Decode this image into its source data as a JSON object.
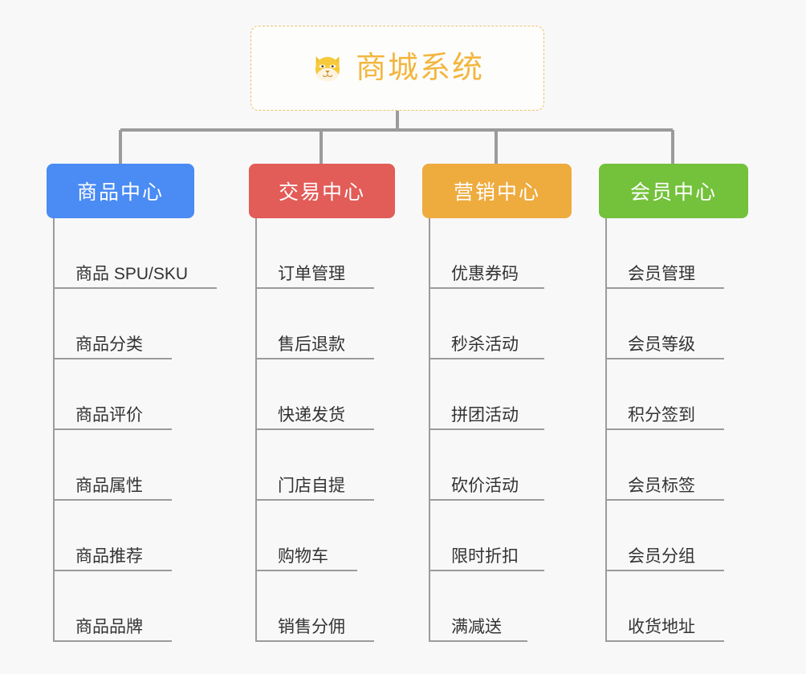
{
  "diagram": {
    "title": "商城系统",
    "root_icon": "dog-face-emoji",
    "background_color": "#f8f8f8",
    "connector_color": "#9b9b9b",
    "root_border_color": "#f0c06a",
    "root_text_color": "#f3b63f",
    "type": "tree-mindmap"
  },
  "categories": [
    {
      "label": "商品中心",
      "color": "#4a8bf4",
      "items": [
        {
          "label": "商品 SPU/SKU",
          "underline_width": 204
        },
        {
          "label": "商品分类",
          "underline_width": 148
        },
        {
          "label": "商品评价",
          "underline_width": 148
        },
        {
          "label": "商品属性",
          "underline_width": 148
        },
        {
          "label": "商品推荐",
          "underline_width": 148
        },
        {
          "label": "商品品牌",
          "underline_width": 148
        }
      ]
    },
    {
      "label": "交易中心",
      "color": "#e25c58",
      "items": [
        {
          "label": "订单管理",
          "underline_width": 148
        },
        {
          "label": "售后退款",
          "underline_width": 148
        },
        {
          "label": "快递发货",
          "underline_width": 148
        },
        {
          "label": "门店自提",
          "underline_width": 148
        },
        {
          "label": "购物车",
          "underline_width": 127
        },
        {
          "label": "销售分佣",
          "underline_width": 148
        }
      ]
    },
    {
      "label": "营销中心",
      "color": "#eeab3e",
      "items": [
        {
          "label": "优惠券码",
          "underline_width": 144
        },
        {
          "label": "秒杀活动",
          "underline_width": 144
        },
        {
          "label": "拼团活动",
          "underline_width": 144
        },
        {
          "label": "砍价活动",
          "underline_width": 144
        },
        {
          "label": "限时折扣",
          "underline_width": 144
        },
        {
          "label": "满减送",
          "underline_width": 123
        }
      ]
    },
    {
      "label": "会员中心",
      "color": "#74c13c",
      "items": [
        {
          "label": "会员管理",
          "underline_width": 148
        },
        {
          "label": "会员等级",
          "underline_width": 148
        },
        {
          "label": "积分签到",
          "underline_width": 148
        },
        {
          "label": "会员标签",
          "underline_width": 148
        },
        {
          "label": "会员分组",
          "underline_width": 148
        },
        {
          "label": "收货地址",
          "underline_width": 148
        }
      ]
    }
  ]
}
